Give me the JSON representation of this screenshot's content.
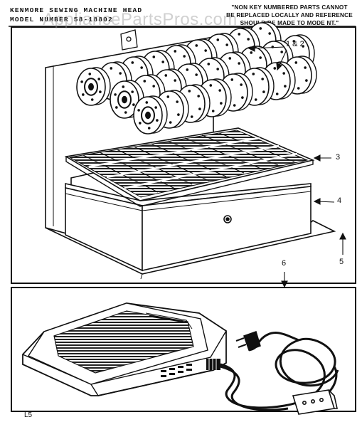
{
  "header": {
    "title_line1": "KENMORE SEWING MACHINE HEAD",
    "title_line2": "MODEL NUMBER 58-18802"
  },
  "notice": {
    "line1": "\"NON KEY NUMBERED PARTS CANNOT",
    "line2": "BE REPLACED LOCALLY AND REFERENCE",
    "line3": "SHOULD BE MADE TO MODE NT.\""
  },
  "watermark": "AppliancePartsPros.com",
  "callouts": {
    "c12": "1 & 2",
    "c3": "3",
    "c4": "4",
    "c5": "5",
    "c6": "6"
  },
  "page_code": "L5"
}
